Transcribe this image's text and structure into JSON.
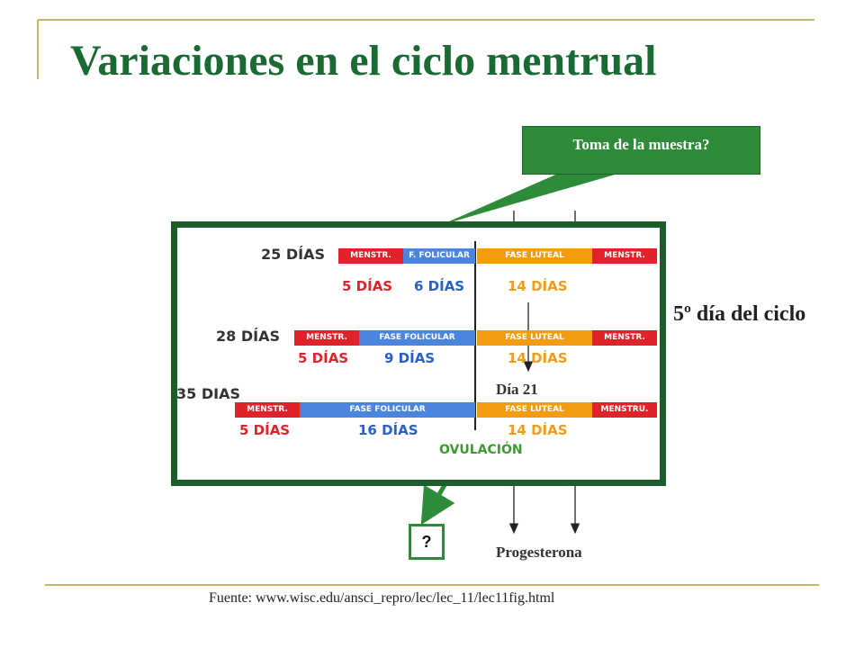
{
  "title": "Variaciones en el ciclo mentrual",
  "callout": "Toma de la muestra?",
  "day5_label": "5º día del ciclo",
  "day21_label": "Día 21",
  "progesterone_label": "Progesterona",
  "question_mark": "?",
  "ovulation_label": "OVULACIÓN",
  "source": "Fuente: www.wisc.edu/ansci_repro/lec/lec_11/lec11fig.html",
  "cycles": [
    {
      "label": "25 DÍAS",
      "segments": [
        "MENSTR.",
        "F. FOLICULAR",
        "FASE LUTEAL",
        "MENSTR."
      ],
      "durations": [
        "5 DÍAS",
        "6 DÍAS",
        "14 DÍAS"
      ]
    },
    {
      "label": "28 DÍAS",
      "segments": [
        "MENSTR.",
        "FASE FOLICULAR",
        "FASE LUTEAL",
        "MENSTR."
      ],
      "durations": [
        "5 DÍAS",
        "9 DÍAS",
        "14 DÍAS"
      ]
    },
    {
      "label": "35 DIAS",
      "segments": [
        "MENSTR.",
        "FASE  FOLICULAR",
        "FASE LUTEAL",
        "MENSTRU."
      ],
      "durations": [
        "5 DÍAS",
        "16 DÍAS",
        "14 DÍAS"
      ]
    }
  ],
  "colors": {
    "title": "#1a6b33",
    "frame": "#1b5e2b",
    "menstruation": "#e0222b",
    "follicular": "#4a86e0",
    "luteal": "#f39c12",
    "ovulation": "#3c9a30"
  }
}
